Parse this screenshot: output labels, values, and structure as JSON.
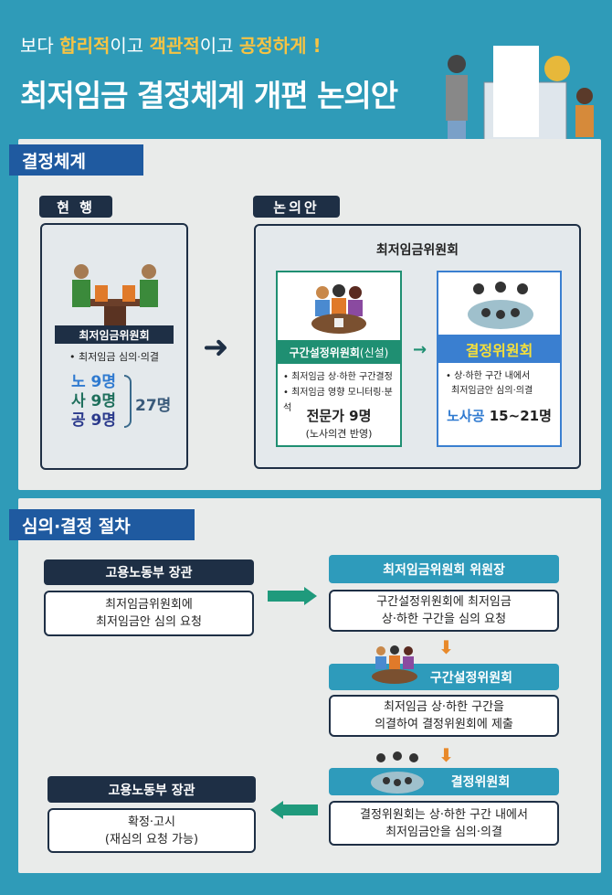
{
  "header": {
    "sub_parts": [
      "보다 ",
      "합리적",
      "이고 ",
      "객관적",
      "이고 ",
      "공정하게 !"
    ],
    "title": "최저임금 결정체계 개편 논의안"
  },
  "section1": {
    "tab": "결정체계",
    "current": {
      "label": "현 행",
      "committee": "최저임금위원회",
      "bullet": "• 최저임금 심의·의결",
      "labor": "노 9명",
      "management": "사 9명",
      "public": "공 9명",
      "total": "27명"
    },
    "proposal": {
      "label": "논의안",
      "title": "최저임금위원회",
      "range_committee": {
        "name": "구간설정위원회",
        "suffix": "(신설)",
        "bullets": [
          "• 최저임금 상·하한 구간결정",
          "• 최저임금 영향 모니터링·분석"
        ],
        "members": "전문가 9명",
        "note": "(노사의견 반영)"
      },
      "decision_committee": {
        "name": "결정위원회",
        "bullets": [
          "• 상·하한 구간 내에서",
          "최저임금안 심의·의결"
        ],
        "members_prefix": "노사공",
        "members": "15~21명"
      }
    }
  },
  "section2": {
    "tab": "심의·결정 절차",
    "steps": [
      {
        "header": "고용노동부 장관",
        "lines": [
          "최저임금위원회에",
          "최저임금안 심의 요청"
        ]
      },
      {
        "header": "최저임금위원회 위원장",
        "lines": [
          "구간설정위원회에 최저임금",
          "상·하한 구간을 심의 요청"
        ]
      },
      {
        "header": "구간설정위원회",
        "lines": [
          "최저임금 상·하한 구간을",
          "의결하여 결정위원회에 제출"
        ]
      },
      {
        "header": "결정위원회",
        "lines": [
          "결정위원회는 상·하한 구간 내에서",
          "최저임금안을 심의·의결"
        ]
      },
      {
        "header": "고용노동부 장관",
        "lines": [
          "확정·고시",
          "(재심의 요청 가능)"
        ]
      }
    ]
  },
  "colors": {
    "teal": "#2f9bb8",
    "navy": "#1e2f45",
    "green": "#1f8f72",
    "blue": "#3a7fd0",
    "orange": "#e8892a",
    "yellow": "#f6c343"
  }
}
